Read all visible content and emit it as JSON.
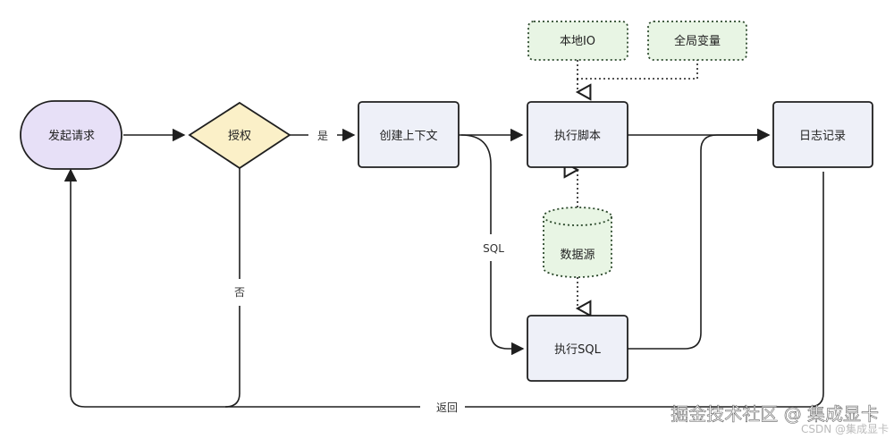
{
  "nodes": {
    "start": {
      "label": "发起请求"
    },
    "auth": {
      "label": "授权"
    },
    "context": {
      "label": "创建上下文"
    },
    "local_io": {
      "label": "本地IO"
    },
    "global_vars": {
      "label": "全局变量"
    },
    "exec_script": {
      "label": "执行脚本"
    },
    "datasource": {
      "label": "数据源"
    },
    "exec_sql": {
      "label": "执行SQL"
    },
    "log": {
      "label": "日志记录"
    }
  },
  "edges": {
    "yes": "是",
    "no": "否",
    "sql": "SQL",
    "return": "返回"
  },
  "watermark": {
    "main": "掘金技术社区 @ 集成显卡",
    "sub": "CSDN @集成显卡"
  },
  "colors": {
    "stroke": "#1f1f1f",
    "start_fill": "#e7e0f7",
    "auth_fill": "#fbf0c8",
    "box_fill": "#eef0f8",
    "green_fill": "#e8f5e4",
    "green_stroke": "#2d4a2d"
  }
}
